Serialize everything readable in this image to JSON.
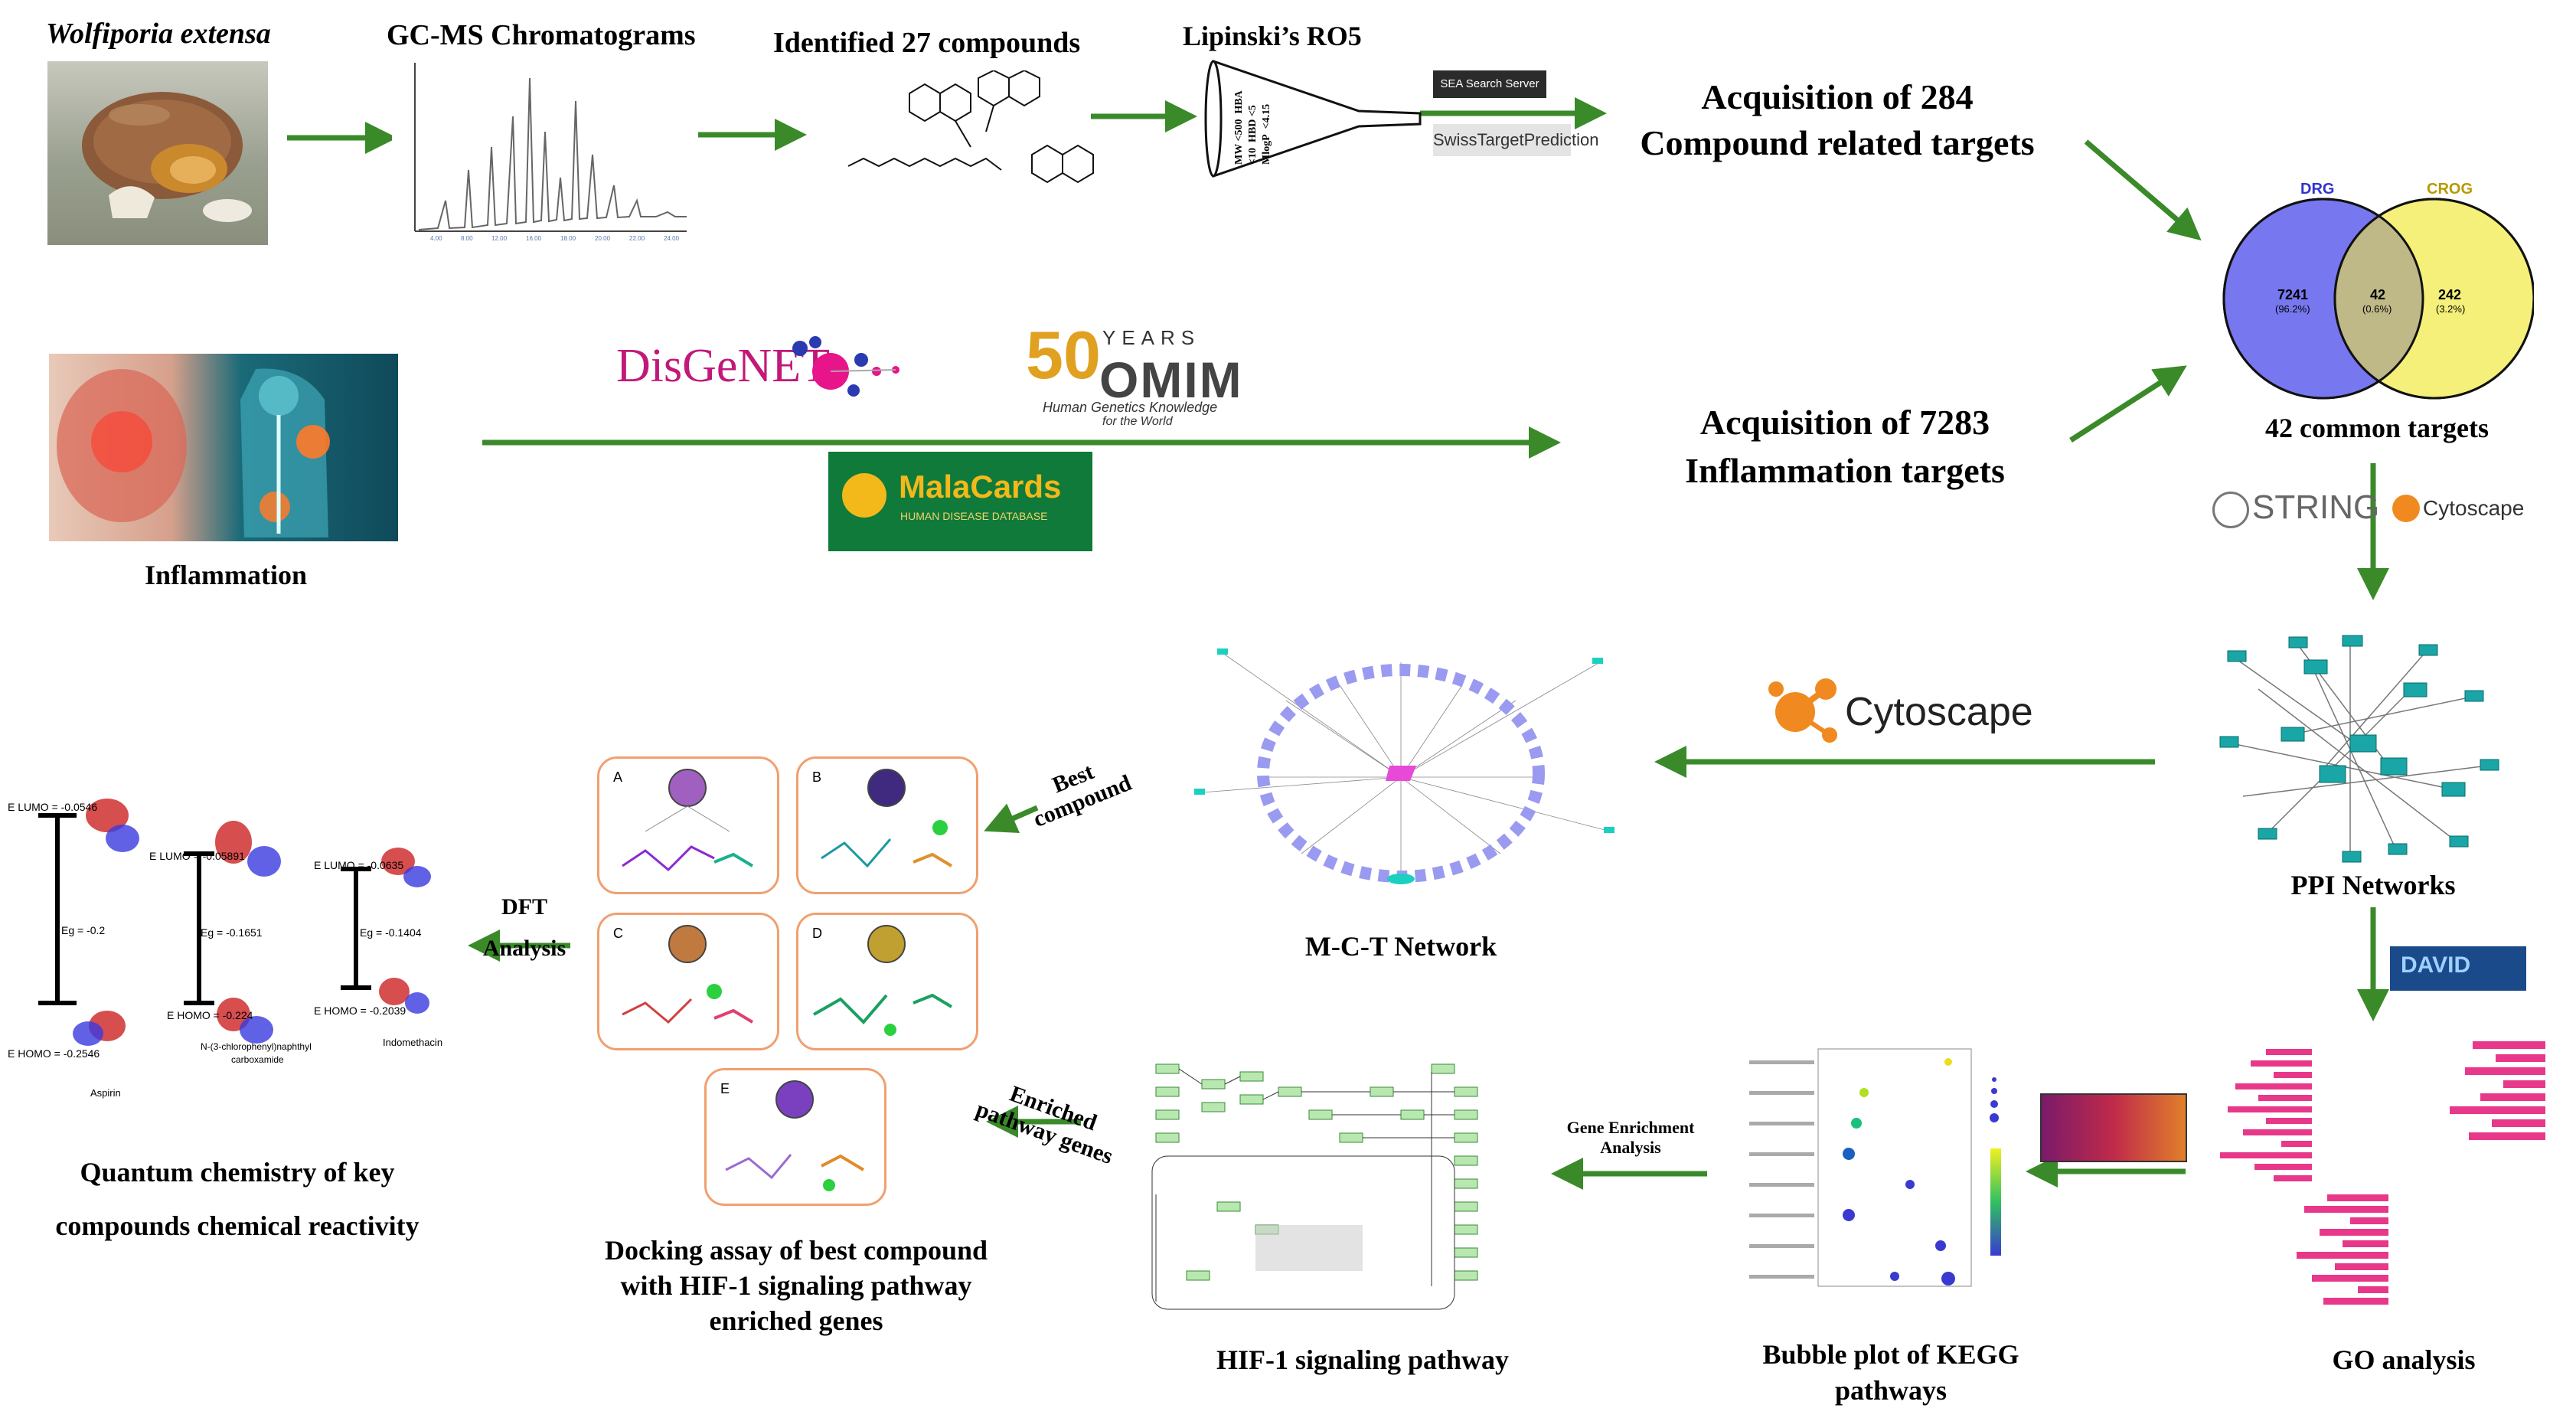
{
  "labels": {
    "wolfiporia": "Wolfiporia extensa",
    "gcms": "GC-MS Chromatograms",
    "identified": "Identified 27 compounds",
    "lipinski": "Lipinski’s RO5",
    "acq284_1": "Acquisition of 284",
    "acq284_2": "Compound related targets",
    "acq7283_1": "Acquisition of 7283",
    "acq7283_2": "Inflammation targets",
    "inflammation": "Inflammation",
    "common": "42 common targets",
    "ppi": "PPI Networks",
    "mct": "M-C-T Network",
    "go": "GO analysis",
    "bubble1": "Bubble plot of KEGG",
    "bubble2": "pathways",
    "hif": "HIF-1 signaling pathway",
    "docking1": "Docking assay of best compound",
    "docking2": "with HIF-1 signaling pathway",
    "docking3": "enriched genes",
    "quantum1": "Quantum chemistry of key",
    "quantum2": "compounds chemical reactivity",
    "dft1": "DFT",
    "dft2": "Analysis",
    "best1": "Best",
    "best2": "compound",
    "enriched1": "Enriched",
    "enriched2": "pathway genes",
    "gene_enrich1": "Gene Enrichment",
    "gene_enrich2": "Analysis"
  },
  "funnel_rules": [
    "MW <500",
    "HBA <10",
    "HBD <5",
    "MlogP",
    "<4.15"
  ],
  "target_tools": {
    "sea": "SEA Search Server",
    "swiss": "SwissTargetPrediction"
  },
  "databases": {
    "disgenet": "DisGeNET",
    "omim_years": "YEARS",
    "omim_50": "50",
    "omim_name": "OMIM",
    "omim_sub1": "Human Genetics Knowledge",
    "omim_sub2": "for the World",
    "malacards": "MalaCards",
    "malacards_sub": "HUMAN DISEASE DATABASE"
  },
  "venn": {
    "left_name": "DRG",
    "right_name": "CROG",
    "left_count": "7241",
    "left_pct": "(96.2%)",
    "mid_count": "42",
    "mid_pct": "(0.6%)",
    "right_count": "242",
    "right_pct": "(3.2%)",
    "left_color": "#7777f0",
    "right_color": "#f4f07a",
    "mid_color": "#bfb887"
  },
  "tools": {
    "string": "STRING",
    "cytoscape": "Cytoscape",
    "david": "DAVID"
  },
  "panel_letters": [
    "A",
    "B",
    "C",
    "D",
    "E"
  ],
  "dft": {
    "aspirin_lumo": "E LUMO = -0.0546",
    "aspirin_gap": "Eg = -0.2",
    "aspirin_homo": "E HOMO = -0.2546",
    "aspirin_name": "Aspirin",
    "cpd_lumo": "E LUMO = -0.05891",
    "cpd_gap": "Eg = -0.1651",
    "cpd_homo": "E HOMO = -0.224",
    "cpd_name1": "N-(3-chlorophenyl)naphthyl",
    "cpd_name2": "carboxamide",
    "indo_lumo": "E LUMO = -0.0635",
    "indo_gap": "Eg = -0.1404",
    "indo_homo": "E HOMO = -0.2039",
    "indo_name": "Indomethacin"
  },
  "colors": {
    "arrow": "#3a8a2a",
    "panel_border": "#f0a070",
    "node_teal": "#1aa6a6",
    "node_purple": "#9a9af0",
    "bar_pink": "#e8388a"
  }
}
